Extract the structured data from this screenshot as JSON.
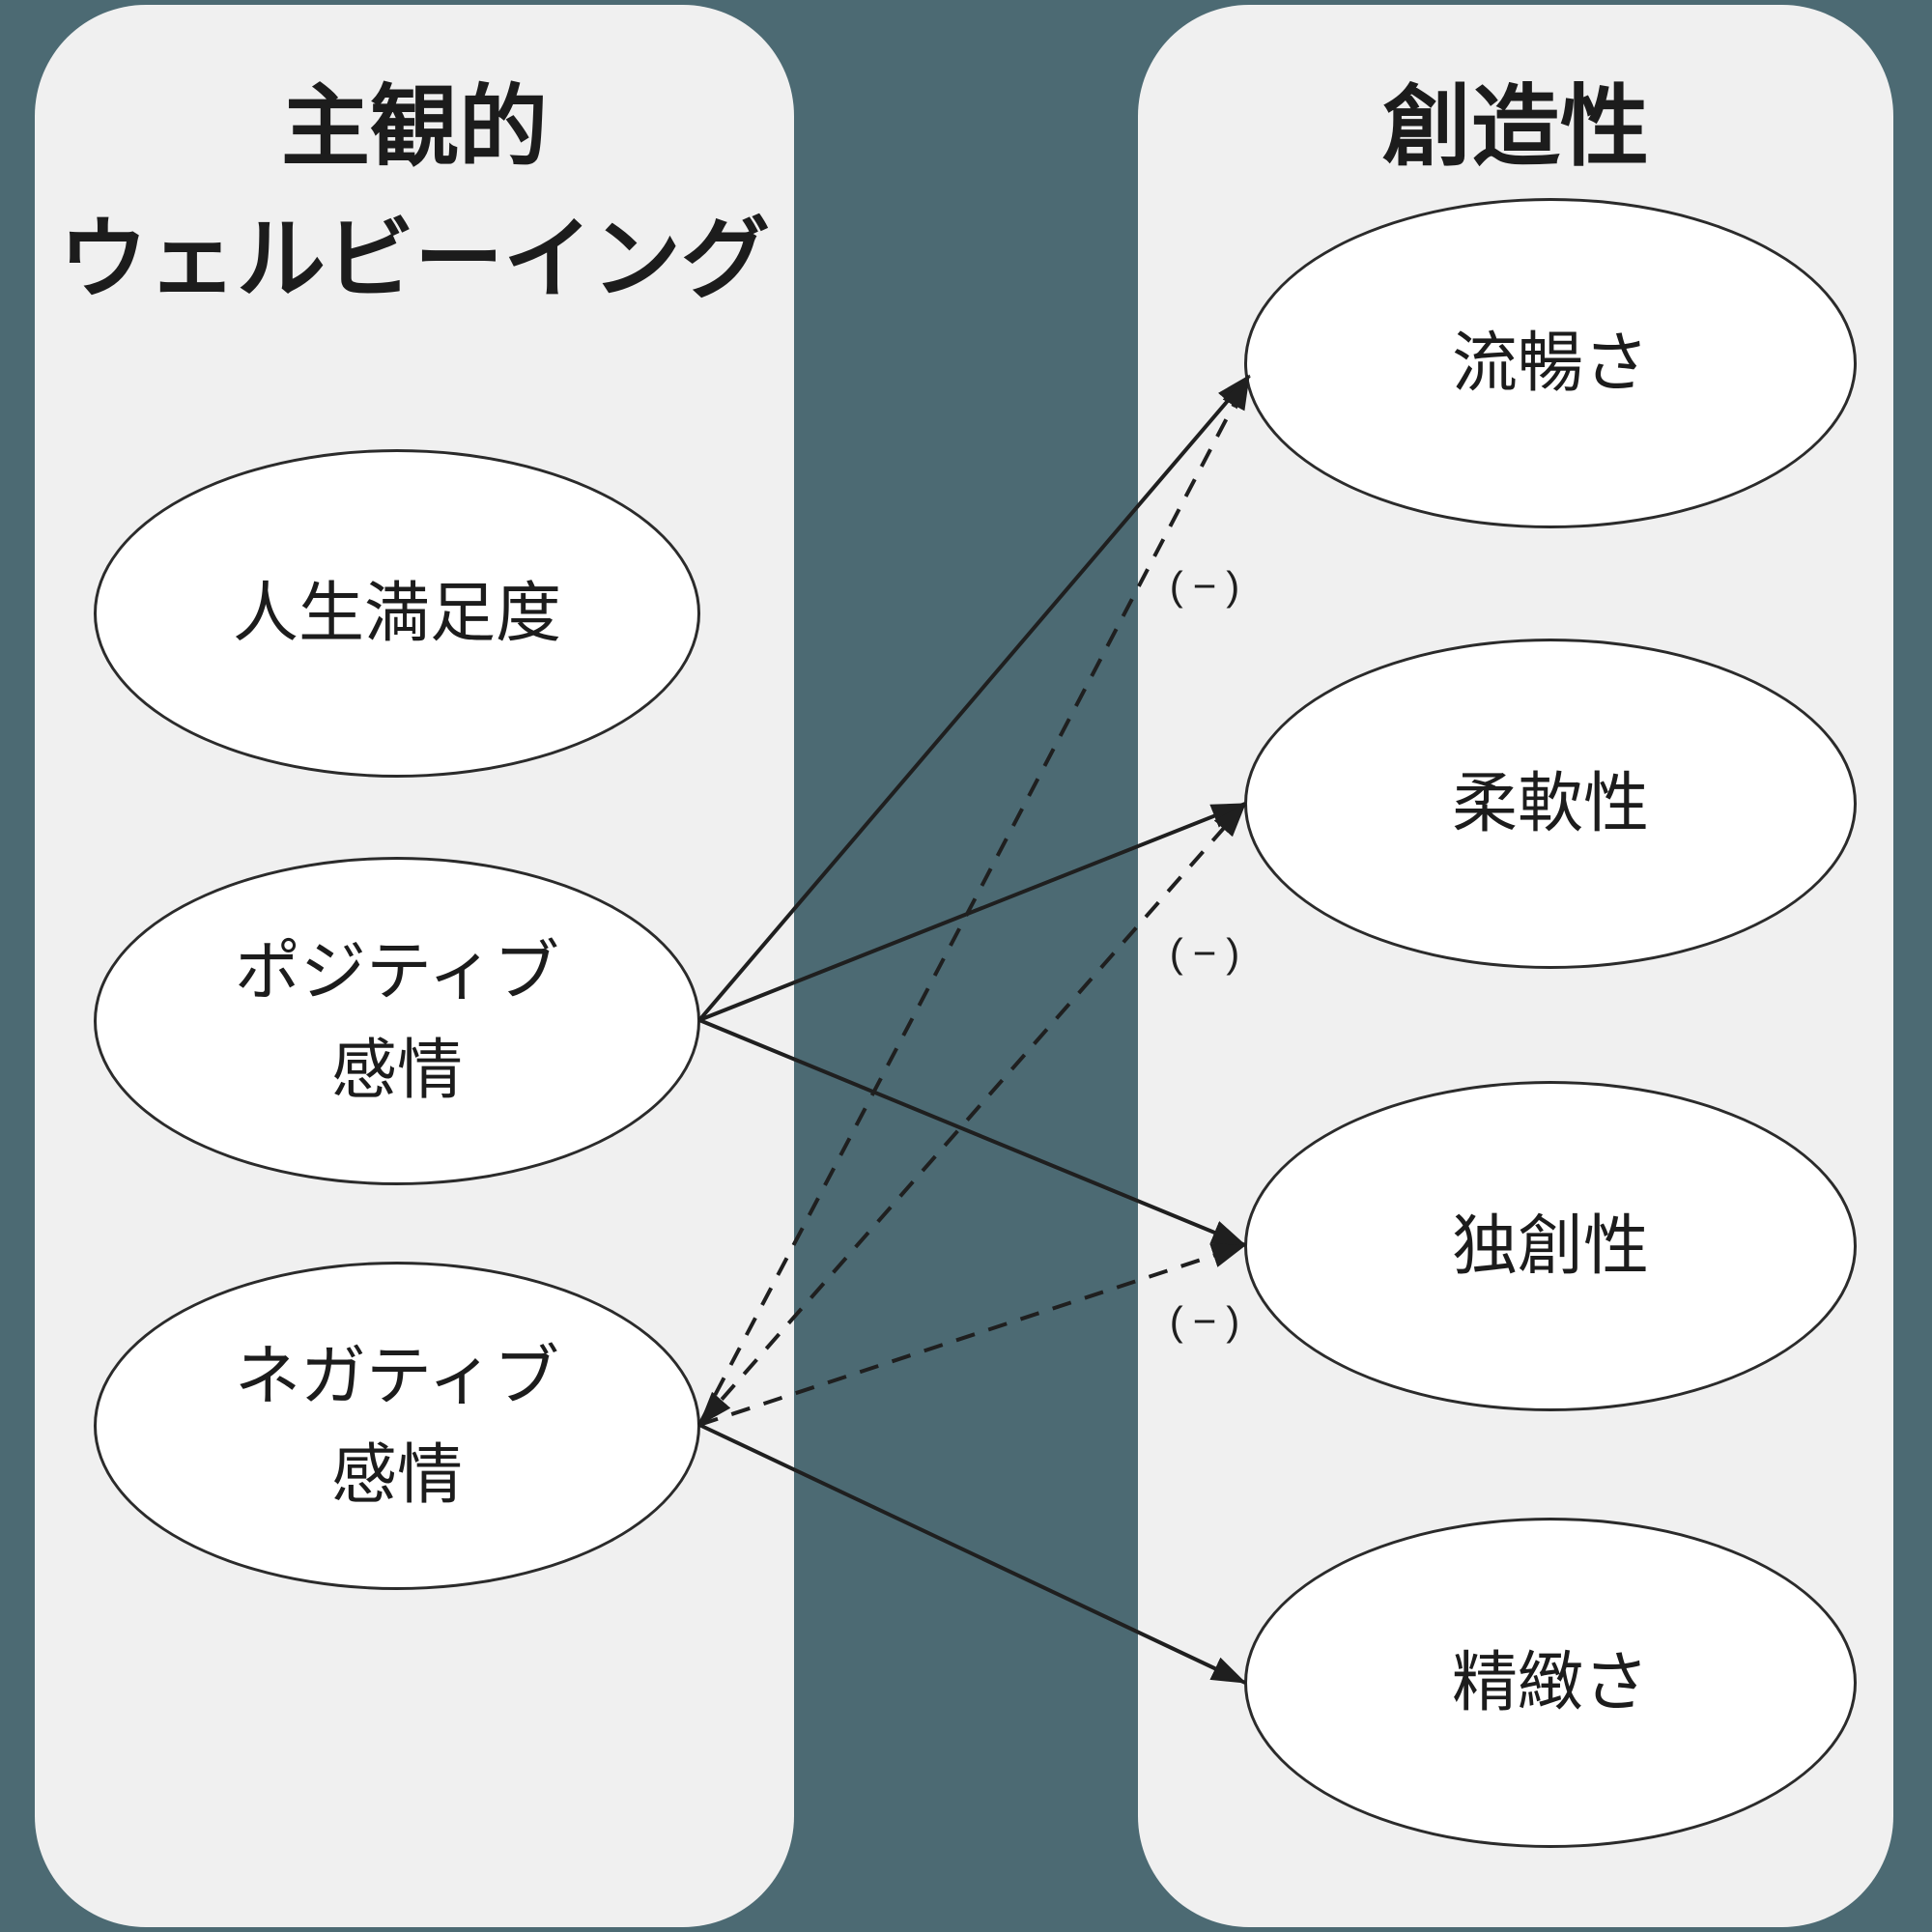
{
  "diagram": {
    "type": "path-model",
    "colors": {
      "background": "#4c6a73",
      "panel": "#f0f0f0",
      "node_fill": "#ffffff",
      "node_stroke": "#2b2b2b",
      "edge": "#1f1f1f",
      "text": "#1c1c1c"
    },
    "left_panel": {
      "title_line1": "主観的",
      "title_line2": "ウェルビーイング",
      "nodes": [
        {
          "id": "life-satisfaction",
          "lines": [
            "人生満足度"
          ]
        },
        {
          "id": "positive-affect",
          "lines": [
            "ポジティブ",
            "感情"
          ]
        },
        {
          "id": "negative-affect",
          "lines": [
            "ネガティブ",
            "感情"
          ]
        }
      ]
    },
    "right_panel": {
      "title": "創造性",
      "nodes": [
        {
          "id": "fluency",
          "label": "流暢さ"
        },
        {
          "id": "flexibility",
          "label": "柔軟性"
        },
        {
          "id": "originality",
          "label": "独創性"
        },
        {
          "id": "elaboration",
          "label": "精緻さ"
        }
      ]
    },
    "edges": [
      {
        "from": "positive-affect",
        "to": "fluency",
        "style": "solid"
      },
      {
        "from": "positive-affect",
        "to": "flexibility",
        "style": "solid"
      },
      {
        "from": "positive-affect",
        "to": "originality",
        "style": "solid"
      },
      {
        "from": "negative-affect",
        "to": "fluency",
        "style": "dashed",
        "label": "(−)"
      },
      {
        "from": "negative-affect",
        "to": "flexibility",
        "style": "dashed",
        "label": "(−)"
      },
      {
        "from": "negative-affect",
        "to": "originality",
        "style": "dashed",
        "label": "(−)"
      },
      {
        "from": "negative-affect",
        "to": "elaboration",
        "style": "solid"
      }
    ]
  }
}
